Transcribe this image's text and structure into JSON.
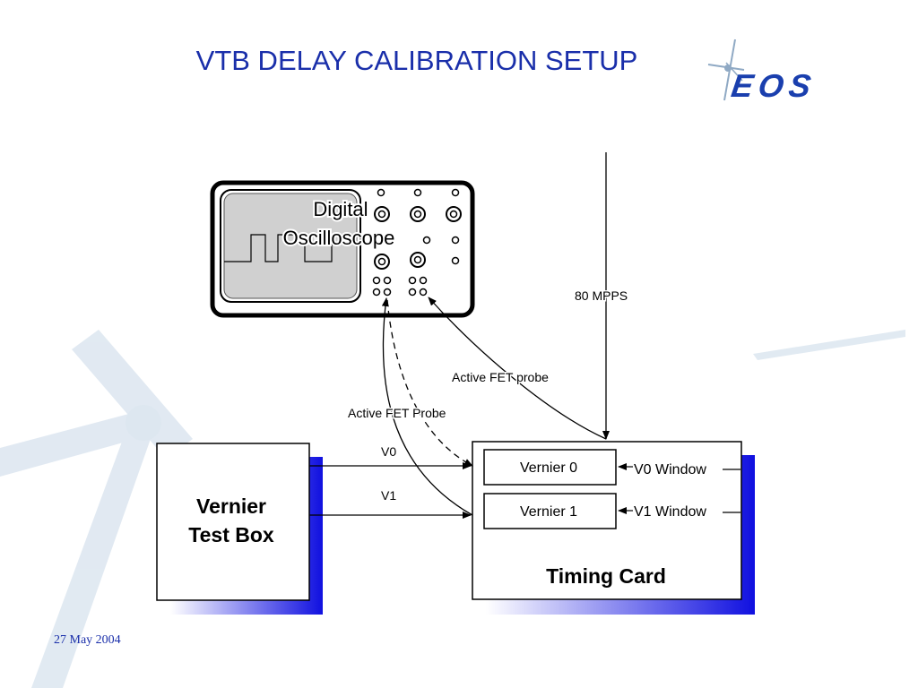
{
  "slide": {
    "title": "VTB DELAY CALIBRATION SETUP",
    "date": "27 May 2004"
  },
  "logo": {
    "text": "EOS"
  },
  "colors": {
    "title": "#1a2faa",
    "accent_blue": "#1010e0",
    "watermark": "#cfdcea"
  },
  "diagram": {
    "oscilloscope": {
      "line1": "Digital",
      "line2": "Oscilloscope"
    },
    "test_box": {
      "line1": "Vernier",
      "line2": "Test Box"
    },
    "timing_card": {
      "label": "Timing Card",
      "vernier0": "Vernier 0",
      "vernier1": "Vernier 1",
      "window0": "V0 Window",
      "window1": "V1 Window"
    },
    "signals": {
      "mpps": "80 MPPS",
      "probe_upper": "Active FET probe",
      "probe_lower": "Active FET Probe",
      "v0": "V0",
      "v1": "V1"
    }
  }
}
